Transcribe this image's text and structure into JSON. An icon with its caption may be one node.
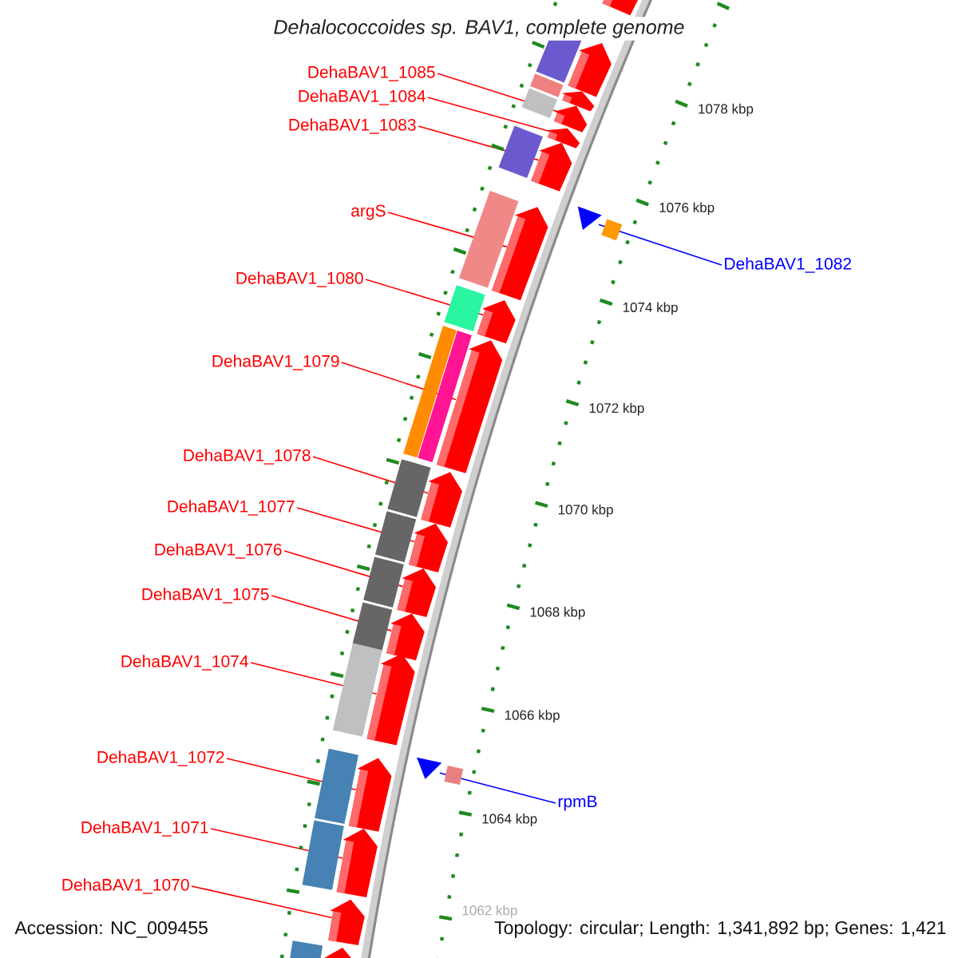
{
  "diagram": {
    "title": "Dehalococcoides sp. BAV1, complete genome",
    "nodes": [
      {
        "text": [
          "DehaBAV1_1085"
        ]
      },
      {
        "text": [
          "DehaBAV1_1084"
        ]
      },
      {
        "text": [
          "DehaBAV1_1083"
        ]
      },
      {
        "text": [
          "argS"
        ]
      },
      {
        "text": [
          "DehaBAV1_1082"
        ]
      },
      {
        "text": [
          "DehaBAV1_1080"
        ]
      },
      {
        "text": [
          "DehaBAV1_1079"
        ]
      },
      {
        "text": [
          "DehaBAV1_1078"
        ]
      },
      {
        "text": [
          "DehaBAV1_1077"
        ]
      },
      {
        "text": [
          "DehaBAV1_1076"
        ]
      },
      {
        "text": [
          "DehaBAV1_1075"
        ]
      },
      {
        "text": [
          "DehaBAV1_1074"
        ]
      },
      {
        "text": [
          "DehaBAV1_1072"
        ]
      },
      {
        "text": [
          "rpmB"
        ]
      },
      {
        "text": [
          "DehaBAV1_1071"
        ]
      },
      {
        "text": [
          "DehaBAV1_1070"
        ]
      },
      {
        "text": [],
        "shape": "arrow"
      },
      {
        "text": [],
        "shape": "arrow"
      },
      {
        "text": [],
        "shape": "arrow"
      },
      {
        "text": [],
        "shape": "arrow"
      },
      {
        "text": [],
        "shape": "arrow"
      },
      {
        "text": [],
        "shape": "arrow"
      },
      {
        "text": [],
        "shape": "arrow"
      },
      {
        "text": [],
        "shape": "triangle"
      },
      {
        "text": [],
        "shape": "arrow"
      },
      {
        "text": [],
        "shape": "arrow"
      },
      {
        "text": [],
        "shape": "arrow"
      },
      {
        "text": [],
        "shape": "arrow"
      },
      {
        "text": [],
        "shape": "arrow"
      },
      {
        "text": [],
        "shape": "arrow"
      },
      {
        "text": [],
        "shape": "arrow"
      },
      {
        "text": [],
        "shape": "arrow"
      },
      {
        "text": [],
        "shape": "triangle"
      },
      {
        "text": [],
        "shape": "arrow"
      },
      {
        "text": [],
        "shape": "arrow"
      },
      {
        "text": [],
        "shape": "arrow"
      }
    ],
    "edges": [
      {
        "from": 0,
        "to": 19,
        "arrow": "none"
      },
      {
        "from": 1,
        "to": 20,
        "arrow": "none"
      },
      {
        "from": 2,
        "to": 21,
        "arrow": "none"
      },
      {
        "from": 3,
        "to": 22,
        "arrow": "none"
      },
      {
        "from": 4,
        "to": 23,
        "arrow": "none",
        "color": "#0000ff"
      },
      {
        "from": 5,
        "to": 24,
        "arrow": "none"
      },
      {
        "from": 6,
        "to": 25,
        "arrow": "none"
      },
      {
        "from": 7,
        "to": 26,
        "arrow": "none"
      },
      {
        "from": 8,
        "to": 27,
        "arrow": "none"
      },
      {
        "from": 9,
        "to": 28,
        "arrow": "none"
      },
      {
        "from": 10,
        "to": 29,
        "arrow": "none"
      },
      {
        "from": 11,
        "to": 30,
        "arrow": "none"
      },
      {
        "from": 12,
        "to": 31,
        "arrow": "none"
      },
      {
        "from": 13,
        "to": 32,
        "arrow": "none",
        "color": "#0000ff"
      },
      {
        "from": 14,
        "to": 33,
        "arrow": "none"
      },
      {
        "from": 15,
        "to": 34,
        "arrow": "none"
      }
    ],
    "labels": [
      "1078 kbp",
      "1076 kbp",
      "1074 kbp",
      "1072 kbp",
      "1070 kbp",
      "1068 kbp",
      "1066 kbp",
      "1064 kbp",
      "1062 kbp",
      "Accession: NC_009455",
      "Topology: circular; Length: 1,341,892 bp; Genes: 1,421"
    ]
  }
}
